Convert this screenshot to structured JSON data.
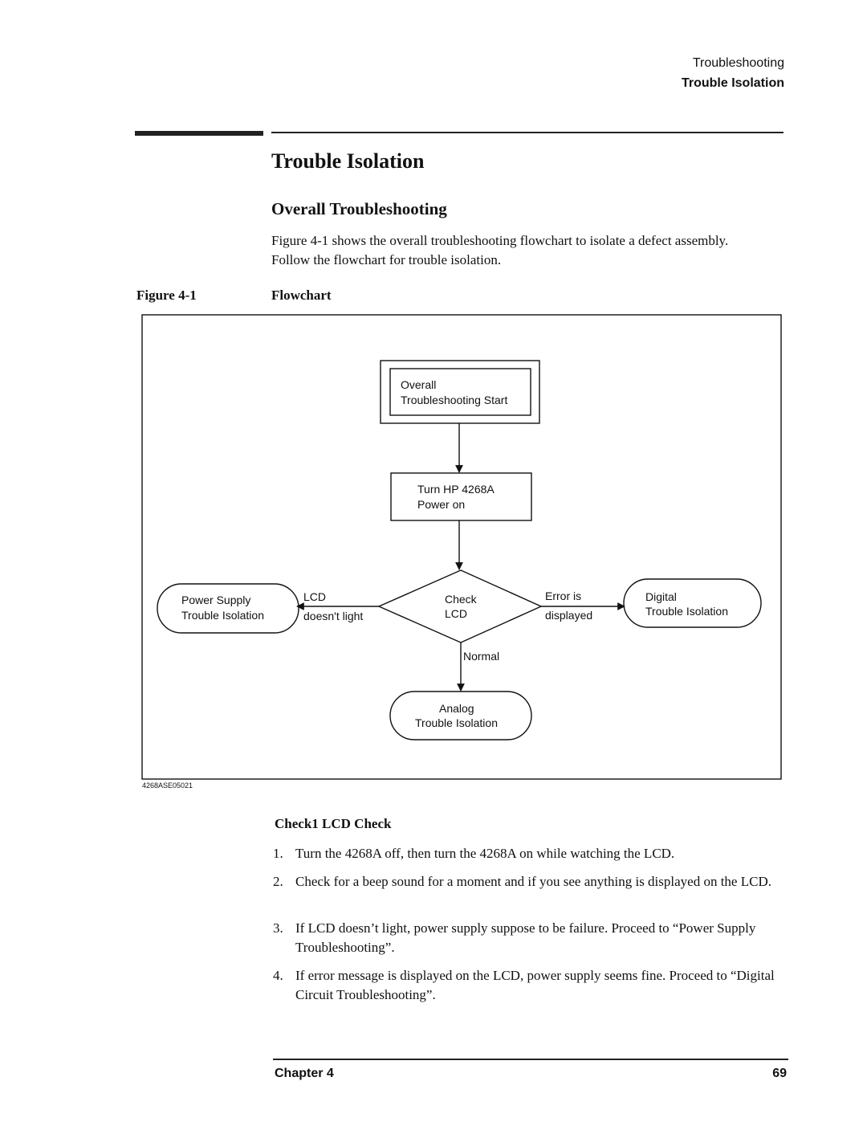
{
  "header": {
    "section": "Troubleshooting",
    "topic": "Trouble Isolation"
  },
  "title": "Trouble Isolation",
  "subtitle": "Overall Troubleshooting",
  "intro": "Figure 4-1 shows the overall troubleshooting flowchart to isolate a defect assembly. Follow the flowchart for trouble isolation.",
  "figure": {
    "number": "Figure 4-1",
    "title": "Flowchart",
    "image_id": "4268ASE05021",
    "nodes": {
      "start": [
        "Overall",
        "Troubleshooting Start"
      ],
      "power_on": [
        "Turn HP 4268A",
        "Power on"
      ],
      "check": [
        "Check",
        "LCD"
      ],
      "power_supply": [
        "Power Supply",
        "Trouble Isolation"
      ],
      "digital": [
        "Digital",
        "Trouble Isolation"
      ],
      "analog": [
        "Analog",
        "Trouble Isolation"
      ]
    },
    "edges": {
      "lcd_fail": [
        "LCD",
        "doesn't light"
      ],
      "error": [
        "Error is",
        "displayed"
      ],
      "normal": "Normal"
    }
  },
  "check_section": {
    "heading": "Check1 LCD Check",
    "steps": [
      {
        "num": "1.",
        "text": "Turn the 4268A off, then turn the 4268A on while watching the LCD."
      },
      {
        "num": "2.",
        "text": "Check for a beep sound for a moment and if you see anything is displayed on the LCD."
      },
      {
        "num": "3.",
        "text": "If LCD doesn’t light, power supply suppose to be failure. Proceed to “Power Supply Troubleshooting”."
      },
      {
        "num": "4.",
        "text": "If error message is displayed on the LCD, power supply seems fine. Proceed to “Digital Circuit Troubleshooting”."
      }
    ]
  },
  "footer": {
    "chapter": "Chapter 4",
    "page": "69"
  }
}
